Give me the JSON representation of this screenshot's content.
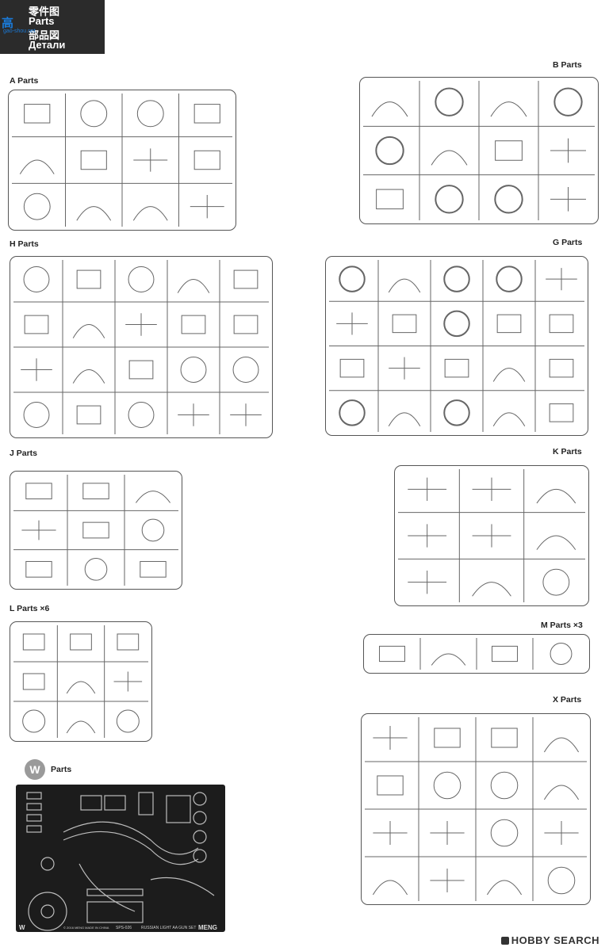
{
  "header": {
    "title_cn": "零件图",
    "title_en": "Parts",
    "title_jp": "部品図",
    "title_ru": "Детали"
  },
  "watermark": {
    "icon_text": "高",
    "site": "gao-shou.net"
  },
  "sections": {
    "A": "A  Parts",
    "B": "B  Parts",
    "H": "H  Parts",
    "G": "G  Parts",
    "J": "J  Parts",
    "K": "K  Parts",
    "L": "L  Parts ×6",
    "M": "M  Parts ×3",
    "X": "X  Parts",
    "W": "Parts"
  },
  "photo_etch": {
    "badge": "W",
    "code": "SPS-026",
    "title": "RUSSIAN LIGHT AA GUN SET",
    "brand": "MENG",
    "corner": "W",
    "copyright": "© 2016 MENG MADE IN CHINA"
  },
  "footer": {
    "site": "HOBBY SEARCH"
  }
}
